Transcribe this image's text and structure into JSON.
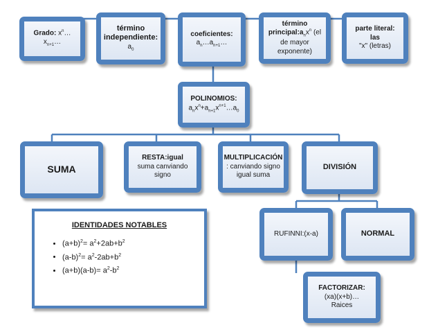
{
  "top_boxes": {
    "grado": {
      "label": "Grado:",
      "formula": "x",
      "sup1": "n",
      "dots": "…x",
      "sub": "n+1",
      "tail": "…"
    },
    "termino_independiente": {
      "line1": "término",
      "line2": "independiente:",
      "value": "a",
      "sub": "0"
    },
    "coeficientes": {
      "label": "coeficientes:",
      "value": "a",
      "sub1": "n",
      "dots": "…a",
      "sub2": "n+1",
      "tail": "…"
    },
    "termino_principal": {
      "line1": "término",
      "line2": "principal:a",
      "sub": "n",
      "x": "x",
      "sup": "n",
      "line3": " (el",
      "line4": "de mayor",
      "line5": "exponente)"
    },
    "parte_literal": {
      "line1": "parte literal: las",
      "line2": "\"x\" (letras)"
    }
  },
  "center": {
    "title": "POLINOMIOS:",
    "formula": "a",
    "s1": "n",
    "x1": "x",
    "p1": "n",
    "plus": "+a",
    "s2": "n+1",
    "x2": "x",
    "p2": "n+1",
    "tail": "…a",
    "s3": "0"
  },
  "operations": {
    "suma": "SUMA",
    "resta": {
      "line1": "RESTA:igual",
      "line2": "suma canviando",
      "line3": "signo"
    },
    "multiplicacion": {
      "line1": "MULTIPLICACIÓN",
      "line2": ": canviando signo",
      "line3": "igual suma"
    },
    "division": "DIVISIÓN"
  },
  "division_children": {
    "rufinni": "RUFINNI:(x-a)",
    "normal": "NORMAL"
  },
  "factorizar": {
    "line1": "FACTORIZAR:",
    "line2": "(xa)(x+b)…",
    "line3": "Raices"
  },
  "identities": {
    "title": "IDENTIDADES NOTABLES",
    "items": [
      {
        "a": "(a+b)",
        "e1": "2",
        "b": "= a",
        "e2": "2",
        "c": "+2ab+b",
        "e3": "2"
      },
      {
        "a": "(a-b)",
        "e1": "2",
        "b": "= a",
        "e2": "2",
        "c": "-2ab+b",
        "e3": "2"
      },
      {
        "a": "(a+b)(a-b)= a",
        "e1": "2",
        "b": "-b",
        "e2": "2",
        "c": "",
        "e3": ""
      }
    ]
  },
  "colors": {
    "border": "#4f81bd",
    "line": "#4f81bd"
  }
}
